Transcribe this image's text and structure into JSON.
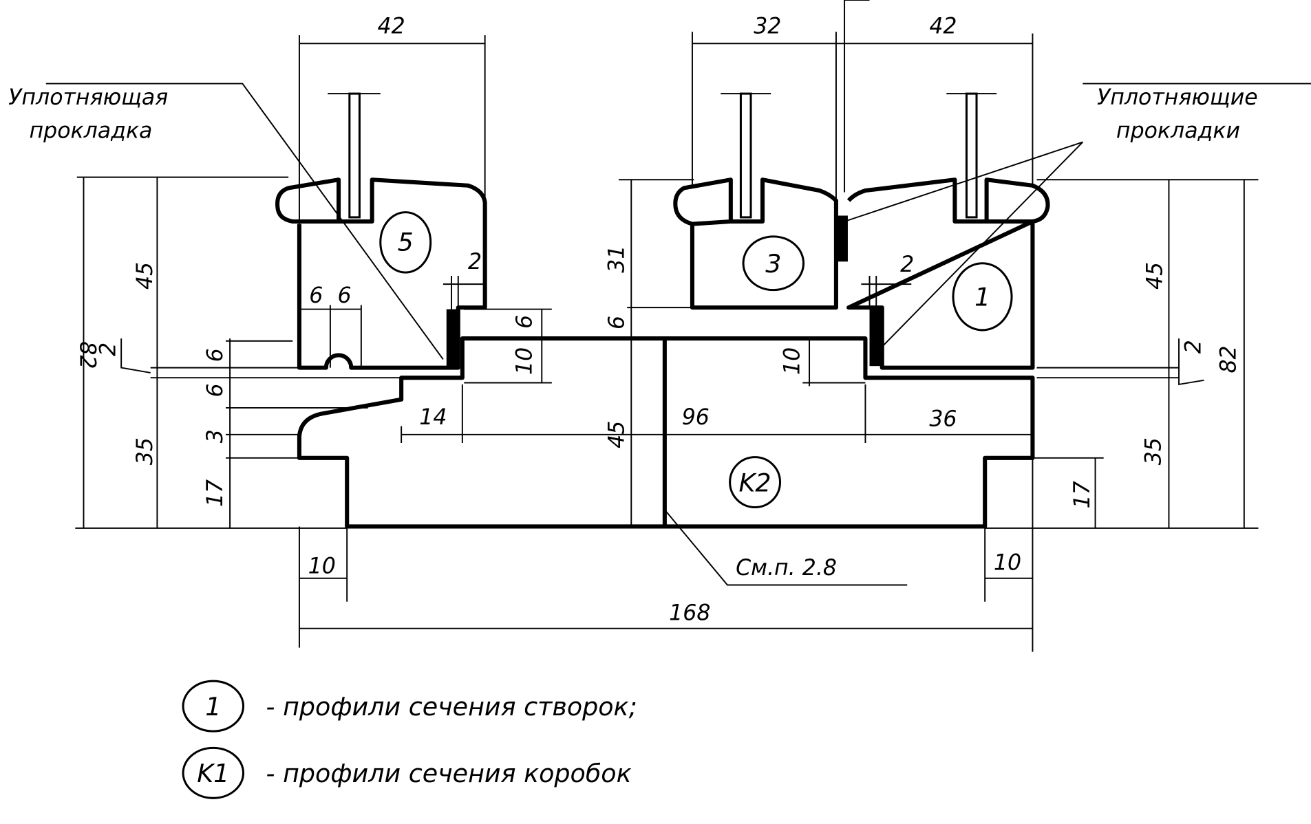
{
  "callouts": {
    "seal_single_1": "Уплотняющая",
    "seal_single_2": "прокладка",
    "seal_multi_1": "Уплотняющие",
    "seal_multi_2": "прокладки",
    "reference": "См.п. 2.8"
  },
  "markers": {
    "sash_5": "5",
    "sash_3": "3",
    "sash_1": "1",
    "frame_k2": "K2"
  },
  "dims": {
    "w42_left": "42",
    "w32": "32",
    "w42_right": "42",
    "h82_left": "82",
    "h45_left": "45",
    "h2_left": "2",
    "h6_a": "6",
    "h6_b": "6",
    "h3": "3",
    "h35_left": "35",
    "h17_left": "17",
    "w6_a": "6",
    "w6_b": "6",
    "w2_left": "2",
    "h6_mid": "6",
    "h10_left": "10",
    "h31": "31",
    "h6_c": "6",
    "h45_mid": "45",
    "w14": "14",
    "w96": "96",
    "h10_right": "10",
    "w36": "36",
    "w2_right": "2",
    "h45_right": "45",
    "h2_right": "2",
    "h82_right": "82",
    "h35_right": "35",
    "h17_right": "17",
    "w10_left": "10",
    "w10_right": "10",
    "w168": "168"
  },
  "legend": [
    {
      "symbol": "1",
      "text": "- профили сечения створок;"
    },
    {
      "symbol": "K1",
      "text": "- профили сечения коробок"
    }
  ]
}
